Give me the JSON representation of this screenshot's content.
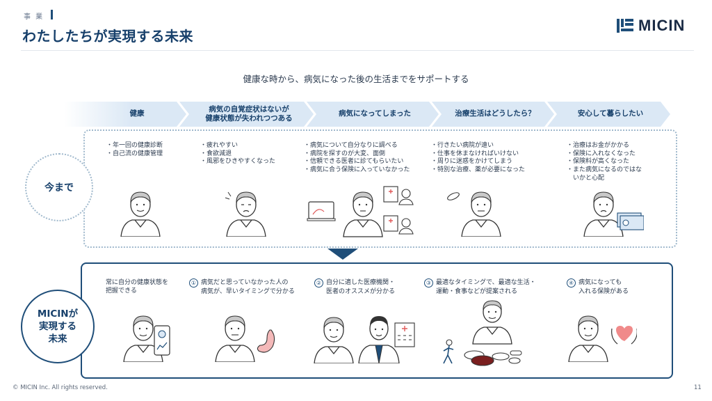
{
  "header": {
    "section_label": "事 業",
    "title": "わたしたちが実現する未来",
    "logo_text": "MICIN"
  },
  "subtitle": "健康な時から、病気になった後の生活までをサポートする",
  "stages": [
    {
      "label": "健康"
    },
    {
      "label": "病気の自覚症状はないが\n健康状態が失われつつある"
    },
    {
      "label": "病気になってしまった"
    },
    {
      "label": "治療生活はどうしたら？"
    },
    {
      "label": "安心して暮らしたい"
    }
  ],
  "current": {
    "label": "今まで",
    "columns": [
      {
        "bullets": [
          "・年一回の健康診断",
          "・自己流の健康管理"
        ]
      },
      {
        "bullets": [
          "・疲れやすい",
          "・食欲減退",
          "・風邪をひきやすくなった"
        ]
      },
      {
        "bullets": [
          "・病気について自分なりに調べる",
          "・病院を探すのが大変、面倒",
          "・信頼できる医者に診てもらいたい",
          "・病気に合う保険に入っていなかった"
        ]
      },
      {
        "bullets": [
          "・行きたい病院が遠い",
          "・仕事を休まなければいけない",
          "・周りに迷惑をかけてしまう",
          "・特別な治療、薬が必要になった"
        ]
      },
      {
        "bullets": [
          "・治療はお金がかかる",
          "・保険に入れなくなった",
          "・保険料が高くなった",
          "・また病気になるのではな",
          "　いかと心配"
        ]
      }
    ]
  },
  "micin": {
    "label_line1": "MICINが",
    "label_line2": "実現する",
    "label_line3": "未来",
    "columns": [
      {
        "num": "",
        "line1": "常に自分の健康状態を",
        "line2": "把握できる"
      },
      {
        "num": "①",
        "line1": "病気だと思っていなかった人の",
        "line2": "病気が、早いタイミングで分かる"
      },
      {
        "num": "②",
        "line1": "自分に適した医療機関・",
        "line2": "医者のオススメが分かる"
      },
      {
        "num": "③",
        "line1": "最適なタイミングで、最適な生活・",
        "line2": "運動・食事などが提案される"
      },
      {
        "num": "④",
        "line1": "病気になっても",
        "line2": "入れる保険がある"
      }
    ]
  },
  "footer": {
    "copyright": "© MICIN Inc.  All rights reserved.",
    "page_number": "11"
  },
  "colors": {
    "brand_navy": "#1f4e79",
    "title_blue": "#17406b",
    "chevron_light": "#dbe8f5",
    "dotted_border": "#9fb8cc"
  }
}
